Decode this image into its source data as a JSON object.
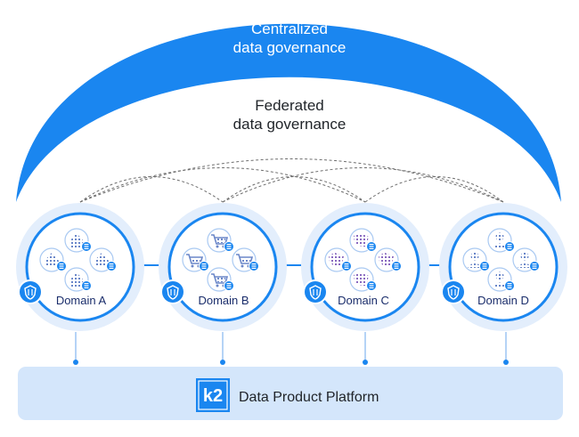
{
  "centralized": {
    "line1": "Centralized",
    "line2": "data governance"
  },
  "federated": {
    "line1": "Federated",
    "line2": "data governance"
  },
  "domains": [
    {
      "label": "Domain A",
      "icon": "house-icon"
    },
    {
      "label": "Domain B",
      "icon": "cart-icon"
    },
    {
      "label": "Domain C",
      "icon": "map-icon"
    },
    {
      "label": "Domain D",
      "icon": "person-icon"
    }
  ],
  "platform": {
    "label": "Data Product Platform",
    "logo_text": "k2"
  },
  "colors": {
    "primary": "#1a86f0",
    "ring": "#e3eefc",
    "platform": "#d4e6fb",
    "text": "#1f2328",
    "domain_text": "#1a2d6b"
  }
}
